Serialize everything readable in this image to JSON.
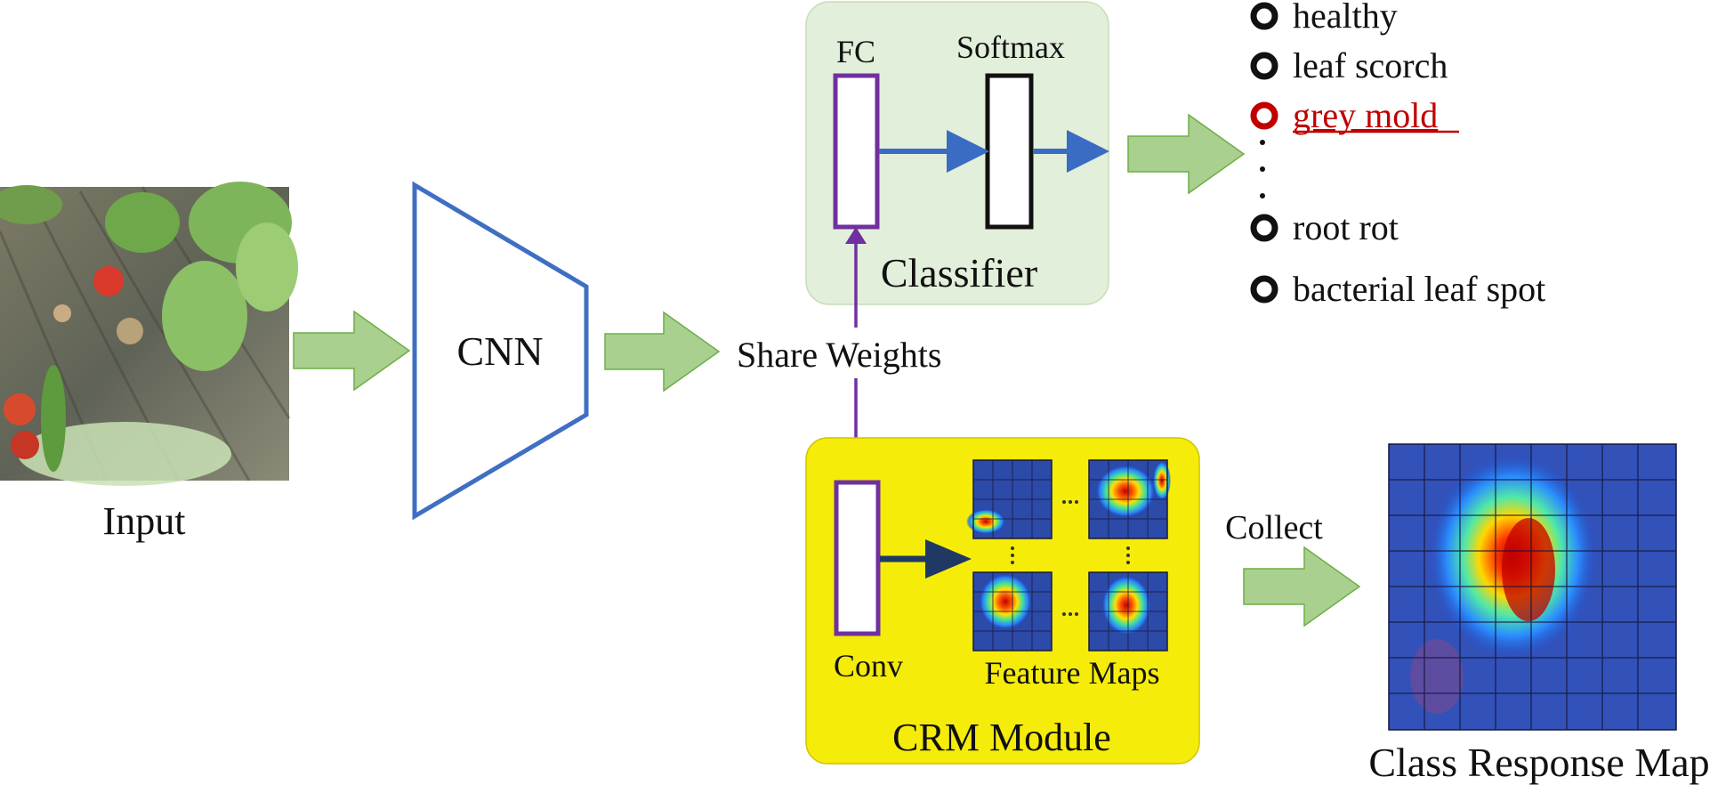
{
  "labels": {
    "input": "Input",
    "cnn": "CNN",
    "share_weights": "Share Weights",
    "fc": "FC",
    "softmax": "Softmax",
    "classifier": "Classifier",
    "conv": "Conv",
    "feature_maps": "Feature Maps",
    "crm_module": "CRM Module",
    "collect": "Collect",
    "class_response_map": "Class Response Map"
  },
  "classes": [
    {
      "label": "healthy",
      "selected": false
    },
    {
      "label": "leaf scorch",
      "selected": false
    },
    {
      "label": "grey mold",
      "selected": true
    },
    {
      "label": "root rot",
      "selected": false
    },
    {
      "label": "bacterial leaf spot",
      "selected": false
    }
  ],
  "colors": {
    "flow_arrow_fill": "#a9d08e",
    "flow_arrow_stroke": "#70ad47",
    "cnn_stroke": "#3f6fc3",
    "classifier_bg": "#e2efda",
    "crm_bg": "#f5ec0a",
    "fc_stroke": "#7030a0",
    "blue_arrow": "#3a6cc4",
    "navy_arrow": "#1f3864",
    "selected_class": "#c00000",
    "text": "#111111"
  }
}
